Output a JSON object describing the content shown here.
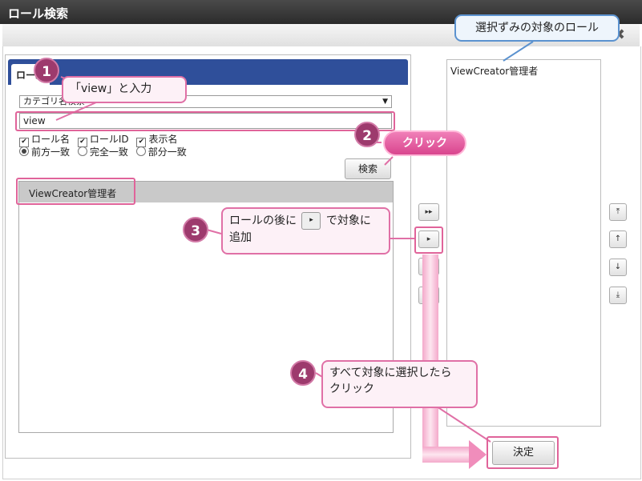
{
  "window": {
    "title": "ロール検索",
    "close_glyph": "✖"
  },
  "left_tab": {
    "label": "ロール"
  },
  "search_form": {
    "category_select_value": "カテゴリ名検索",
    "keyword_value": "view",
    "checkboxes": [
      {
        "label": "ロール名",
        "checked": true
      },
      {
        "label": "ロールID",
        "checked": true
      },
      {
        "label": "表示名",
        "checked": true
      }
    ],
    "match_modes": [
      {
        "label": "前方一致",
        "selected": true
      },
      {
        "label": "完全一致",
        "selected": false
      },
      {
        "label": "部分一致",
        "selected": false
      }
    ],
    "search_button": "検索"
  },
  "results": {
    "items": [
      "ViewCreator管理者"
    ]
  },
  "transfer_buttons": [
    "▸▸",
    "▸",
    "",
    ""
  ],
  "selected": {
    "items": [
      "ViewCreator管理者"
    ]
  },
  "order_buttons": [
    "⤒",
    "↑",
    "↓",
    "⤓"
  ],
  "decide_button": "決定",
  "annotations": {
    "info_callout": "選択ずみの対象のロール",
    "step1_number": "1",
    "step1_text": "「view」と入力",
    "step2_number": "2",
    "step2_text": "クリック",
    "step3_number": "3",
    "step3_text_a": "ロールの後に",
    "step3_icon": "▸",
    "step3_text_b": "で対象に",
    "step3_text_c": "追加",
    "step4_number": "4",
    "step4_text_a": "すべて対象に選択したら",
    "step4_text_b": "クリック"
  },
  "colors": {
    "tab_blue": "#2f4f9a",
    "annotation_pink": "#e0649a",
    "step_badge": "#9d3a6d",
    "info_blue": "#5b92cf"
  }
}
